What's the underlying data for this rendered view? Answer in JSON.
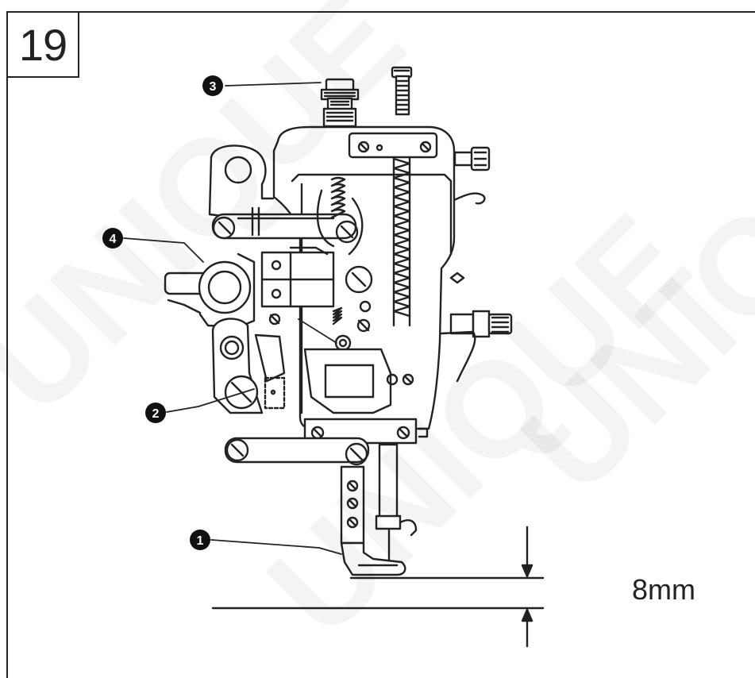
{
  "figure": {
    "number": "19",
    "measurement": "8mm"
  },
  "callouts": [
    {
      "id": "callout-1",
      "label": "1"
    },
    {
      "id": "callout-2",
      "label": "2"
    },
    {
      "id": "callout-3",
      "label": "3"
    },
    {
      "id": "callout-4",
      "label": "4"
    }
  ],
  "watermark": {
    "text": "UNIQUE"
  },
  "colors": {
    "line": "#222222",
    "callout_fill": "#111111",
    "callout_text": "#ffffff",
    "background": "#ffffff"
  }
}
